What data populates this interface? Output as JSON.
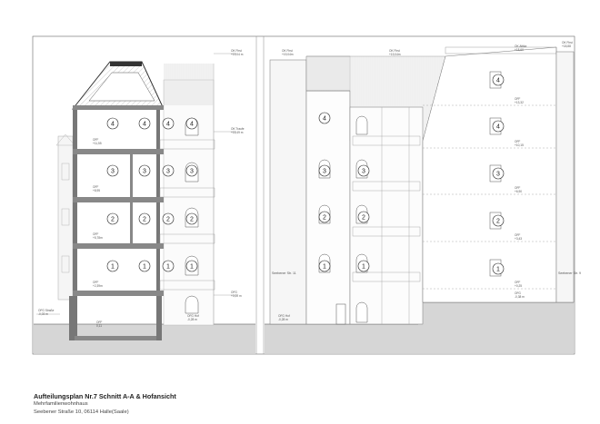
{
  "title_block": {
    "title": "Aufteilungsplan Nr.7 Schnitt A-A & Hofansicht",
    "building_type": "Mehrfamilienwohnhaus",
    "address": "Seebener Straße 10, 06114 Halle(Saale)"
  },
  "section": {
    "level_labels": [
      {
        "name": "OK First",
        "value": "+19,04 m"
      },
      {
        "name": "OK Traufe",
        "value": "+15,49 m"
      },
      {
        "name": "OFF",
        "value": "+11,55"
      },
      {
        "name": "OFF",
        "value": "+8,95"
      },
      {
        "name": "OFF",
        "value": "+5,78m"
      },
      {
        "name": "OFF",
        "value": "+2,39m"
      },
      {
        "name": "OFF",
        "value": "0,11"
      },
      {
        "name": "OFG Straße",
        "value": "-0,03 m"
      },
      {
        "name": "OFG",
        "value": "+0,00 m"
      },
      {
        "name": "OFG Hof",
        "value": "-0,28 m"
      }
    ],
    "units_left": [
      "1",
      "2",
      "3",
      "4"
    ],
    "units_middle": [
      "1",
      "2",
      "3",
      "4"
    ],
    "units_right": [
      "1",
      "2",
      "3",
      "4"
    ],
    "facade_units": [
      "1",
      "2",
      "3",
      "4"
    ]
  },
  "courtyard": {
    "left_levels": [
      {
        "name": "OK First",
        "value": "+19,04m"
      },
      {
        "name": "OFG Hof",
        "value": "-0,28 m"
      }
    ],
    "middle_levels": [
      {
        "name": "OK First",
        "value": "+19,04m"
      }
    ],
    "right_levels": [
      {
        "name": "OK Attika",
        "value": "+18,60"
      },
      {
        "name": "OK First",
        "value": "+18,88"
      },
      {
        "name": "OFF",
        "value": "+13,32"
      },
      {
        "name": "OFF",
        "value": "+10,15"
      },
      {
        "name": "OFF",
        "value": "+6,90"
      },
      {
        "name": "OFF",
        "value": "+3,43"
      },
      {
        "name": "OFF",
        "value": "+0,25"
      },
      {
        "name": "OFG",
        "value": "-0,38 m"
      }
    ],
    "neighbor_left": "Seebener Str. 11",
    "neighbor_right": "Seebener Str. 9",
    "units_left": [
      "1",
      "2",
      "3",
      "4"
    ],
    "units_middle": [
      "1",
      "2",
      "3"
    ],
    "units_right": [
      "1",
      "2",
      "3",
      "4"
    ]
  }
}
